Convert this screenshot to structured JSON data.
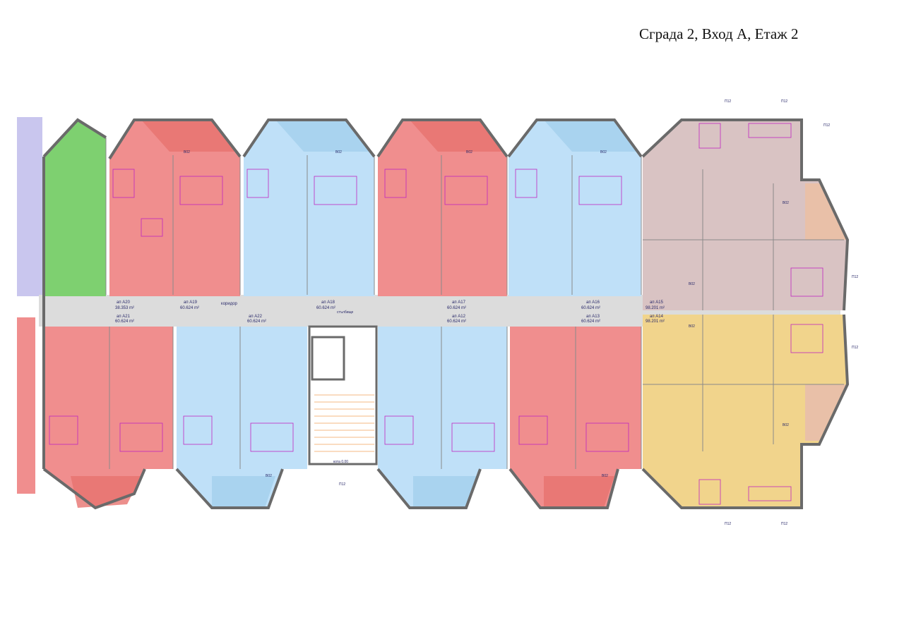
{
  "page": {
    "title": "Сграда 2, Вход А, Етаж 2"
  },
  "colors": {
    "pink": "#f08e8e",
    "blue": "#bfe0f8",
    "green": "#7ed070",
    "mauve": "#d9c3c3",
    "yellow": "#f1d48c",
    "lilac": "#c9c6ee",
    "corridor": "#dcdcdc",
    "wall": "#6a6a6a"
  },
  "apartments": {
    "a20": {
      "name": "ап А20",
      "area": "38.353 m²"
    },
    "a19": {
      "name": "ап А19",
      "area": "60.624 m²"
    },
    "a18": {
      "name": "ап А18",
      "area": "60.624 m²"
    },
    "a17": {
      "name": "ап А17",
      "area": "60.624 m²"
    },
    "a16": {
      "name": "ап А16",
      "area": "60.624 m²"
    },
    "a15": {
      "name": "ап А15",
      "area": "98.201 m²"
    },
    "a21": {
      "name": "ап А21",
      "area": "60.624 m²"
    },
    "a22": {
      "name": "ап А22",
      "area": "60.624 m²"
    },
    "a12": {
      "name": "ап А12",
      "area": "60.624 m²"
    },
    "a13": {
      "name": "ап А13",
      "area": "60.624 m²"
    },
    "a14": {
      "name": "ап А14",
      "area": "98.201 m²"
    }
  },
  "labels": {
    "corridor": "коридор",
    "stairs": "стълбище",
    "level": "кота 0.00",
    "window_code": "П12",
    "door_code": "В02"
  }
}
